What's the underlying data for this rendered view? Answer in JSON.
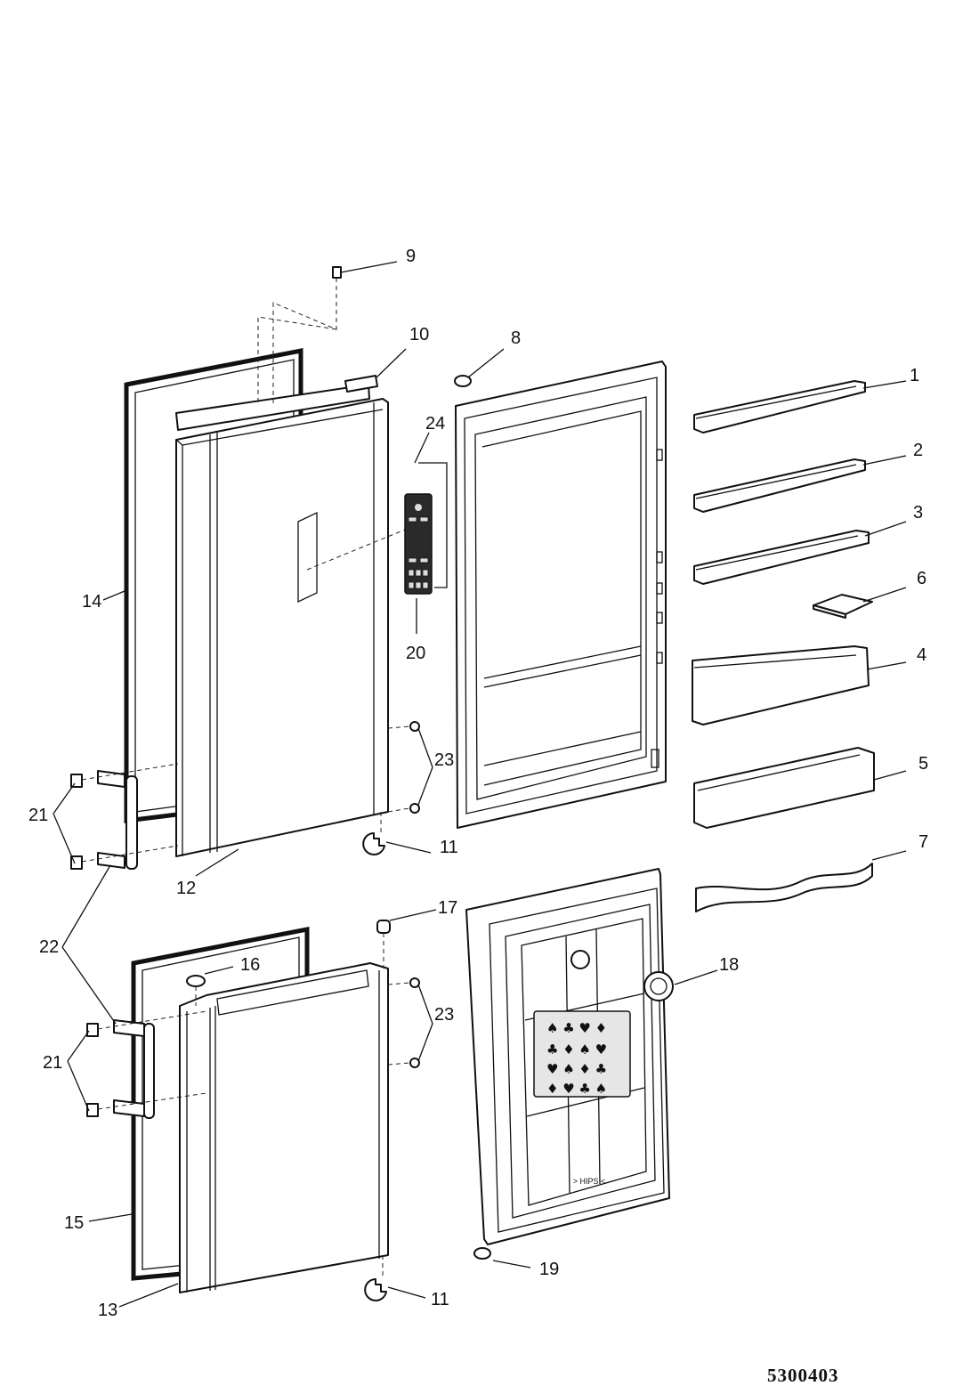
{
  "diagram": {
    "document_number": "5300403",
    "callouts": [
      {
        "id": "c1",
        "label": "1"
      },
      {
        "id": "c2",
        "label": "2"
      },
      {
        "id": "c3",
        "label": "3"
      },
      {
        "id": "c4",
        "label": "4"
      },
      {
        "id": "c5",
        "label": "5"
      },
      {
        "id": "c6",
        "label": "6"
      },
      {
        "id": "c7",
        "label": "7"
      },
      {
        "id": "c8",
        "label": "8"
      },
      {
        "id": "c9",
        "label": "9"
      },
      {
        "id": "c10",
        "label": "10"
      },
      {
        "id": "c11a",
        "label": "11"
      },
      {
        "id": "c11b",
        "label": "11"
      },
      {
        "id": "c12",
        "label": "12"
      },
      {
        "id": "c13",
        "label": "13"
      },
      {
        "id": "c14",
        "label": "14"
      },
      {
        "id": "c15",
        "label": "15"
      },
      {
        "id": "c16",
        "label": "16"
      },
      {
        "id": "c17",
        "label": "17"
      },
      {
        "id": "c18",
        "label": "18"
      },
      {
        "id": "c19",
        "label": "19"
      },
      {
        "id": "c20",
        "label": "20"
      },
      {
        "id": "c21a",
        "label": "21"
      },
      {
        "id": "c21b",
        "label": "21"
      },
      {
        "id": "c22",
        "label": "22"
      },
      {
        "id": "c23a",
        "label": "23"
      },
      {
        "id": "c23b",
        "label": "23"
      },
      {
        "id": "c24",
        "label": "24"
      }
    ],
    "bottom_door_marking": "> HIPS <"
  }
}
